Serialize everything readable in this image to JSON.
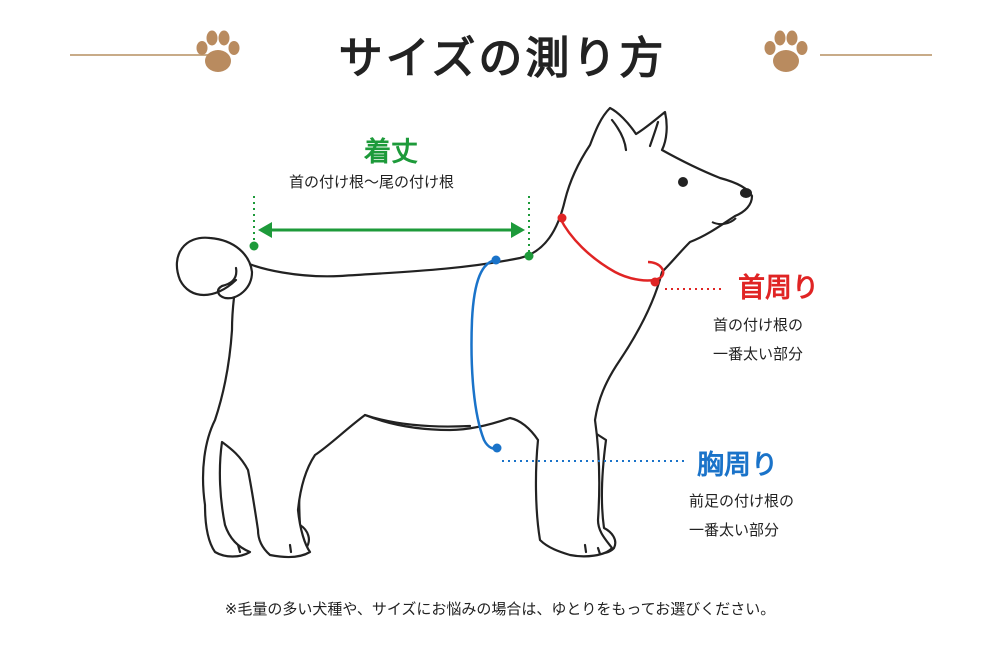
{
  "header": {
    "title": "サイズの測り方"
  },
  "measurements": {
    "length": {
      "label": "着丈",
      "description": "首の付け根～尾の付け根",
      "color": "#1d9a3a"
    },
    "neck": {
      "label": "首周り",
      "description_line1": "首の付け根の",
      "description_line2": "一番太い部分",
      "color": "#e02424"
    },
    "chest": {
      "label": "胸周り",
      "description_line1": "前足の付け根の",
      "description_line2": "一番太い部分",
      "color": "#1a73c9"
    }
  },
  "footer": {
    "note": "※毛量の多い犬種や、サイズにお悩みの場合は、ゆとりをもってお選びください。"
  },
  "icons": {
    "paw_color": "#b98b5f",
    "line_color": "#c8ab88",
    "left_paw": "paw-icon",
    "right_paw": "paw-icon"
  }
}
